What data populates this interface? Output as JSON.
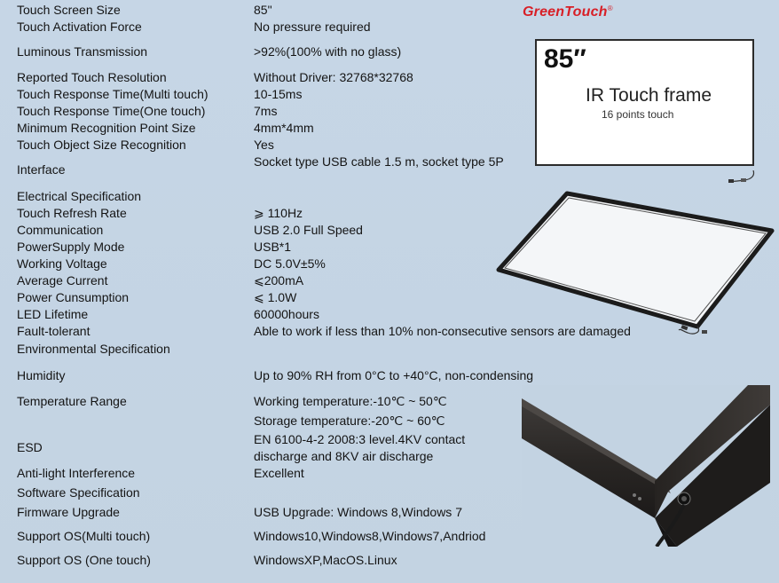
{
  "brand": {
    "name": "GreenTouch",
    "mark": "®"
  },
  "product_card": {
    "size": "85″",
    "title": "IR Touch frame",
    "subtitle": "16 points touch"
  },
  "specs": [
    {
      "label": "Touch Screen Size",
      "value": "85\""
    },
    {
      "label": "Touch Activation Force",
      "value": "No pressure required"
    },
    {
      "label": "Luminous Transmission",
      "value": ">92%(100% with no glass)"
    },
    {
      "label": "Reported Touch Resolution",
      "value": "Without Driver: 32768*32768"
    },
    {
      "label": "Touch Response Time(Multi touch)",
      "value": "10-15ms"
    },
    {
      "label": "Touch Response Time(One touch)",
      "value": "7ms"
    },
    {
      "label": "Minimum Recognition Point Size",
      "value": "4mm*4mm"
    },
    {
      "label": "Touch Object Size Recognition",
      "value": "Yes"
    },
    {
      "label": "Interface",
      "value": "Socket type USB cable 1.5 m, socket type 5P"
    },
    {
      "label": "Electrical Specification",
      "value": ""
    },
    {
      "label": "Touch Refresh Rate",
      "value": "⩾ 110Hz"
    },
    {
      "label": "Communication",
      "value": "USB 2.0 Full Speed"
    },
    {
      "label": "PowerSupply Mode",
      "value": "USB*1"
    },
    {
      "label": "Working Voltage",
      "value": "DC 5.0V±5%"
    },
    {
      "label": "Average Current",
      "value": "⩽200mA"
    },
    {
      "label": "Power Cunsumption",
      "value": "⩽ 1.0W"
    },
    {
      "label": "LED Lifetime",
      "value": "60000hours"
    },
    {
      "label": "Fault-tolerant",
      "value": "Able to work if less than 10% non-consecutive sensors are damaged"
    },
    {
      "label": "Environmental Specification",
      "value": ""
    },
    {
      "label": "Humidity",
      "value": "Up to 90% RH from 0°C to +40°C, non-condensing"
    },
    {
      "label": "Temperature Range",
      "value": "Working temperature:-10℃ ~ 50℃"
    },
    {
      "label": "",
      "value": "Storage temperature:-20℃ ~ 60℃"
    },
    {
      "label": "ESD",
      "value": "EN 6100-4-2 2008:3 level.4KV contact discharge and 8KV air discharge"
    },
    {
      "label": "Anti-light Interference",
      "value": "Excellent"
    },
    {
      "label": "Software Specification",
      "value": ""
    },
    {
      "label": "Firmware Upgrade",
      "value": "USB Upgrade: Windows 8,Windows 7"
    },
    {
      "label": "Support OS(Multi touch)",
      "value": "Windows10,Windows8,Windows7,Andriod"
    },
    {
      "label": "Support OS (One touch)",
      "value": "WindowsXP,MacOS.Linux"
    }
  ]
}
